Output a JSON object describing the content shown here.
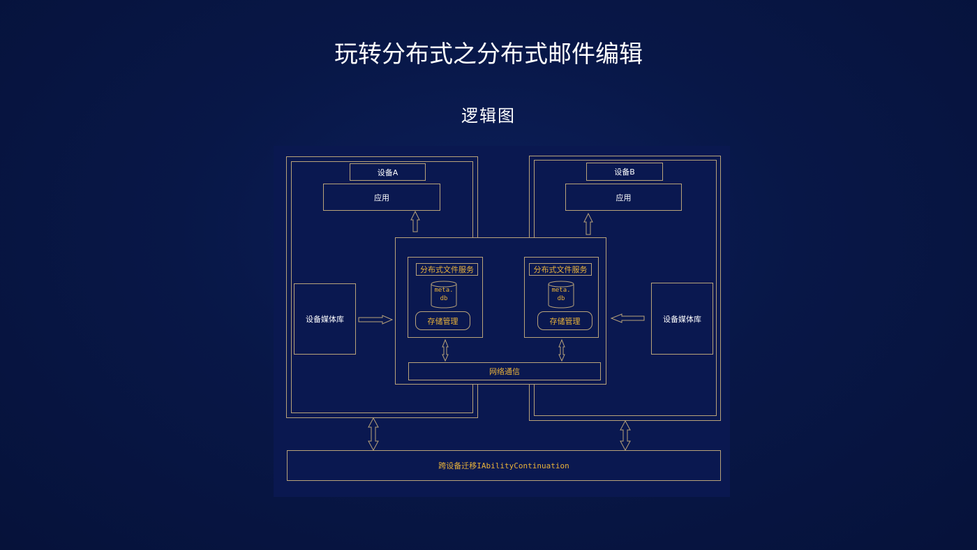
{
  "title": "玩转分布式之分布式邮件编辑",
  "subtitle": "逻辑图",
  "diagram": {
    "device_a": {
      "label": "设备A",
      "app": "应用",
      "media_lib": "设备媒体库"
    },
    "device_b": {
      "label": "设备B",
      "app": "应用",
      "media_lib": "设备媒体库"
    },
    "dfs_left": {
      "title": "分布式文件服务",
      "db_line1": "meta.",
      "db_line2": "db",
      "storage": "存储管理"
    },
    "dfs_right": {
      "title": "分布式文件服务",
      "db_line1": "meta.",
      "db_line2": "db",
      "storage": "存储管理"
    },
    "network": "网络通信",
    "continuation": "跨设备迁移IAbilityContinuation",
    "colors": {
      "border": "#b9a37a",
      "accent_text": "#e9b23a",
      "background": "#081747"
    }
  }
}
